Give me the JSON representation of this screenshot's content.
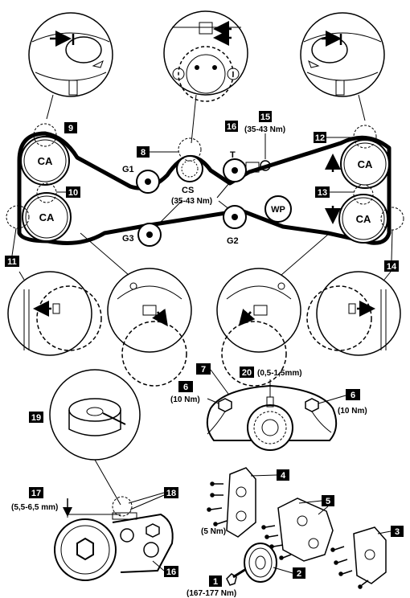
{
  "pulleys": {
    "ca_top_left": "CA",
    "ca_bottom_left": "CA",
    "ca_top_right": "CA",
    "ca_bottom_right": "CA",
    "g1": "G1",
    "g2": "G2",
    "g3": "G3",
    "cs": "CS",
    "tensioner": "T",
    "water_pump": "WP"
  },
  "callouts": {
    "n1": "1",
    "n2": "2",
    "n3": "3",
    "n4": "4",
    "n5": "5",
    "n6a": "6",
    "n6b": "6",
    "n7": "7",
    "n8": "8",
    "n9": "9",
    "n10": "10",
    "n11": "11",
    "n12": "12",
    "n13": "13",
    "n14": "14",
    "n15": "15",
    "n16a": "16",
    "n16b": "16",
    "n17": "17",
    "n18": "18",
    "n19": "19",
    "n20": "20"
  },
  "specs": {
    "torque_idler_15": "(35-43 Nm)",
    "torque_idlers": "(35-43 Nm)",
    "gap_20": "(0,5-1,5mm)",
    "torque_6_left": "(10 Nm)",
    "torque_6_right": "(10 Nm)",
    "gap_17": "(5,5-6,5 mm)",
    "torque_cover": "(5 Nm)",
    "torque_crank_bolt": "(167-177 Nm)"
  }
}
